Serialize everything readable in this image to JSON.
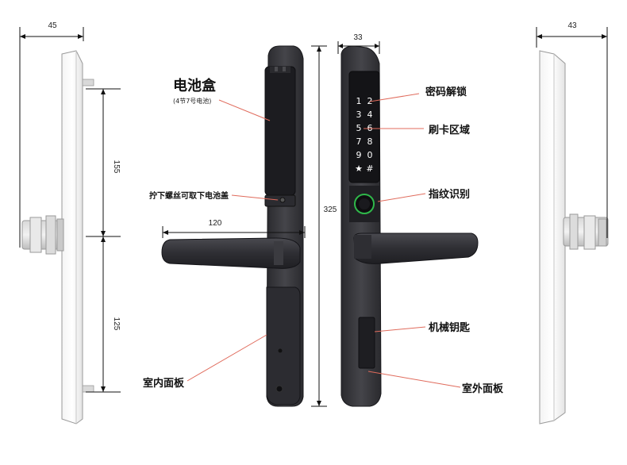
{
  "dimensions": {
    "left_width": "45",
    "right_width": "43",
    "top_width": "33",
    "upper_height": "155",
    "lower_height": "125",
    "total_height": "325",
    "handle_length": "120"
  },
  "callouts": {
    "battery_box": "电池盒",
    "battery_box_note": "(4节7号电池)",
    "unscrew_note": "拧下螺丝可取下电池盖",
    "indoor_panel": "室内面板",
    "password_unlock": "密码解锁",
    "card_area": "刷卡区域",
    "fingerprint": "指纹识别",
    "mechanical_key": "机械钥匙",
    "outdoor_panel": "室外面板"
  },
  "keypad": {
    "keys": [
      "1",
      "2",
      "3",
      "4",
      "5",
      "6",
      "7",
      "8",
      "9",
      "0",
      "★",
      "#"
    ]
  },
  "colors": {
    "lock_body": "#3a3a3e",
    "lock_dark": "#1e1e22",
    "leader_line": "#e06b5c",
    "fingerprint_ring": "#2fb84a"
  }
}
